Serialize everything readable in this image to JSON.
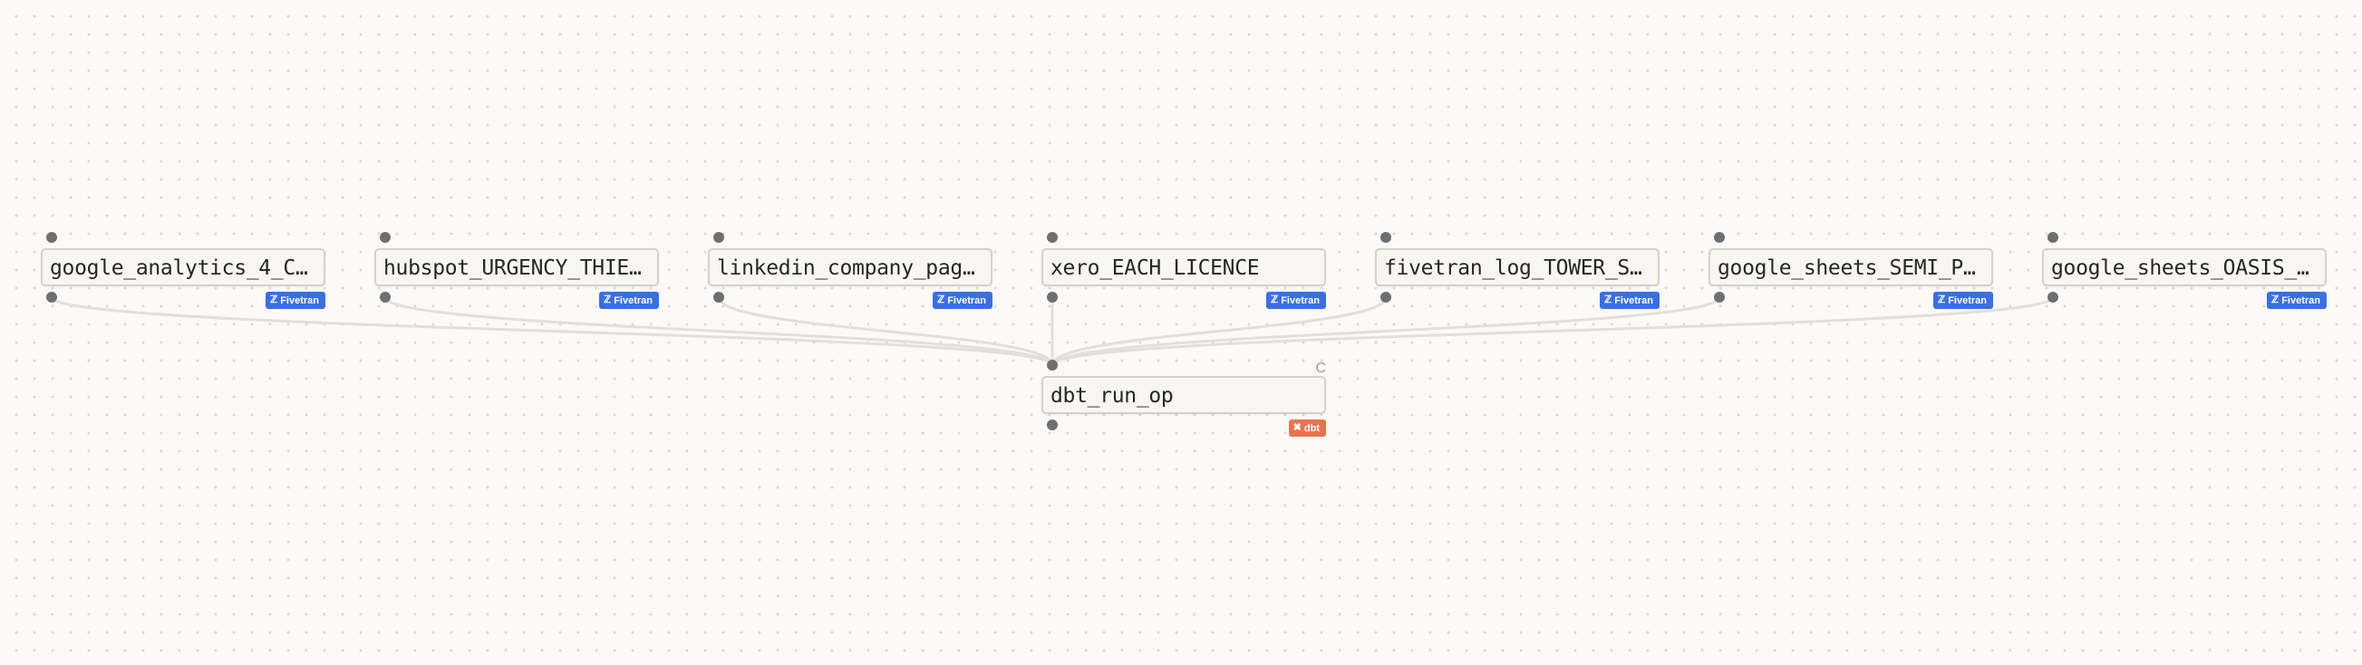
{
  "colors": {
    "fivetran": "#3b6fe0",
    "dbt": "#e8744f",
    "edge": "#e2e0dc",
    "port": "#6f6f6f"
  },
  "badges": {
    "fivetran": {
      "label": "Fivetran",
      "icon": "fivetran-icon"
    },
    "dbt": {
      "label": "dbt",
      "icon": "dbt-icon"
    }
  },
  "sources": [
    {
      "label": "google_analytics_4_C…",
      "badge": "Fivetran"
    },
    {
      "label": "hubspot_URGENCY_THIE…",
      "badge": "Fivetran"
    },
    {
      "label": "linkedin_company_pag…",
      "badge": "Fivetran"
    },
    {
      "label": "xero_EACH_LICENCE",
      "badge": "Fivetran"
    },
    {
      "label": "fivetran_log_TOWER_S…",
      "badge": "Fivetran"
    },
    {
      "label": "google_sheets_SEMI_P…",
      "badge": "Fivetran"
    },
    {
      "label": "google_sheets_OASIS_…",
      "badge": "Fivetran"
    }
  ],
  "target": {
    "label": "dbt_run_op",
    "badge": "dbt",
    "corner_glyph": "C"
  }
}
